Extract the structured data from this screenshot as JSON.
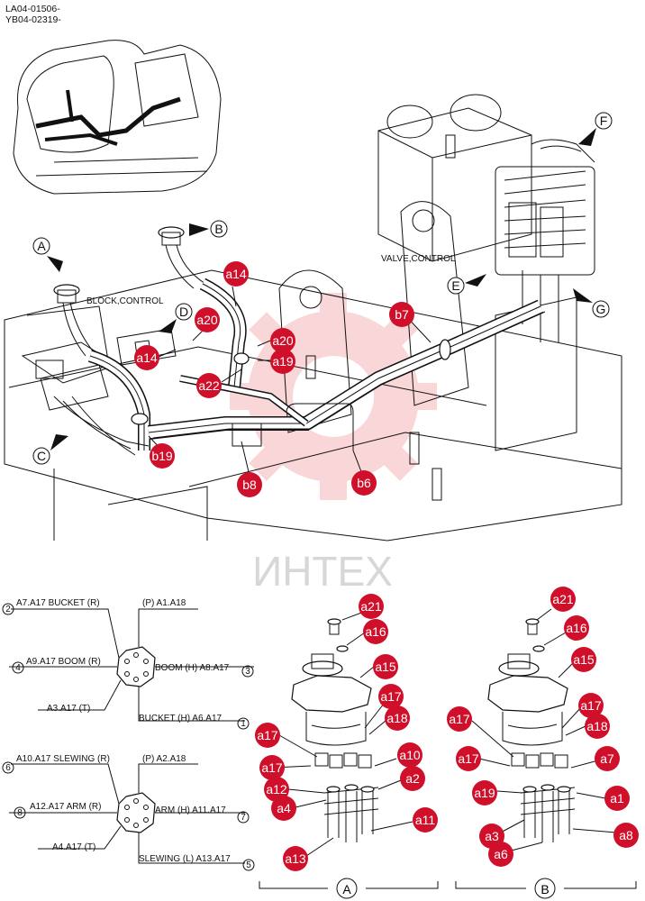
{
  "header": {
    "code1": "LA04-01506-",
    "code2": "YB04-02319-"
  },
  "watermark": {
    "text": "ИНТЕХ",
    "color": "#e8474f"
  },
  "labels": {
    "block_control": "BLOCK,CONTROL",
    "valve_control": "VALVE,CONTROL"
  },
  "letters": [
    "A",
    "B",
    "C",
    "D",
    "E",
    "F",
    "G"
  ],
  "callout_color": "#d0102a",
  "callouts": {
    "main": [
      "a14",
      "a20",
      "a14",
      "a22",
      "a20",
      "a19",
      "b19",
      "b7",
      "b8",
      "b6"
    ],
    "detail_a": [
      "a21",
      "a16",
      "a15",
      "a17",
      "a18",
      "a17",
      "a17",
      "a10",
      "a12",
      "a2",
      "a4",
      "a11",
      "a13"
    ],
    "detail_b": [
      "a21",
      "a16",
      "a15",
      "a17",
      "a18",
      "a17",
      "a17",
      "a7",
      "a19",
      "a1",
      "a3",
      "a8",
      "a6"
    ]
  },
  "port_diagram_1": {
    "top_right": "(P) A1.A18",
    "top_left": "A7.A17 BUCKET (R)",
    "top_left_num": "2",
    "mid_left": "A9.A17 BOOM (R)",
    "mid_left_num": "4",
    "mid_right": "BOOM (H) A8.A17",
    "mid_right_num": "3",
    "bottom_left": "A3.A17 (T)",
    "bottom_right": "BUCKET (H) A6.A17",
    "bottom_right_num": "1"
  },
  "port_diagram_2": {
    "top_right": "(P) A2.A18",
    "top_left": "A10.A17 SLEWING (R)",
    "top_left_num": "6",
    "mid_left": "A12.A17 ARM (R)",
    "mid_left_num": "8",
    "mid_right": "ARM (H) A11.A17",
    "mid_right_num": "7",
    "bottom_left": "A4.A17 (T)",
    "bottom_right": "SLEWING (L) A13.A17",
    "bottom_right_num": "5"
  },
  "detail_labels": {
    "a": "A",
    "b": "B"
  }
}
